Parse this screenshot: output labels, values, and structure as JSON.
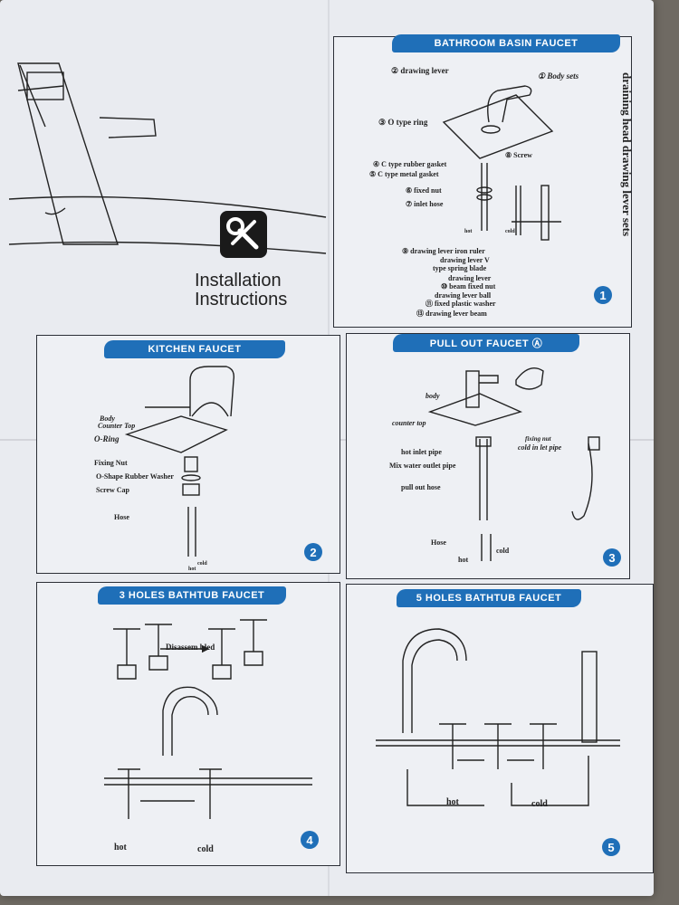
{
  "doc": {
    "title_line1": "Installation",
    "title_line2": "Instructions",
    "tool_icon": "wrench-screwdriver-icon"
  },
  "panels": {
    "p1": {
      "banner": "BATHROOM BASIN FAUCET",
      "number": "1",
      "vertical_text": "draining head drawing lever sets",
      "labels": {
        "drawing_lever": "② drawing lever",
        "body_sets": "① Body sets",
        "o_ring": "③ O type ring",
        "screw": "⑧ Screw",
        "rubber_gasket": "④ C type rubber gasket",
        "metal_gasket": "⑤ C type metal gasket",
        "fixed_nut": "⑥ fixed nut",
        "inlet_hose": "⑦ inlet hose",
        "hot": "hot",
        "cold": "cold",
        "iron_ruler": "⑨ drawing lever iron ruler",
        "v_spring_1": "drawing lever V",
        "v_spring_2": "type spring blade",
        "beam_nut_1": "drawing lever",
        "beam_nut_2": "⑩ beam fixed nut",
        "ball_1": "drawing lever ball",
        "ball_2": "⑪ fixed plastic washer",
        "beam": "⑬ drawing lever beam"
      }
    },
    "p2": {
      "banner": "KITCHEN FAUCET",
      "number": "2",
      "labels": {
        "body": "Body",
        "counter_top": "Counter Top",
        "o_ring": "O-Ring",
        "fixing_nut": "Fixing Nut",
        "washer": "O-Shape Rubber Washer",
        "screw_cap": "Screw Cap",
        "hose": "Hose",
        "hot": "hot",
        "cold": "cold"
      }
    },
    "p3": {
      "banner": "PULL OUT FAUCET Ⓐ",
      "number": "3",
      "labels": {
        "body": "body",
        "counter_top": "counter top",
        "fixing_nut": "fixing nut",
        "cold_pipe": "cold in let pipe",
        "hot_pipe": "hot inlet pipe",
        "mix_pipe": "Mix water outlet pipe",
        "pull_out_hose": "pull out hose",
        "hose": "Hose",
        "hot": "hot",
        "cold": "cold"
      }
    },
    "p4": {
      "banner": "3 HOLES BATHTUB FAUCET",
      "number": "4",
      "labels": {
        "disassembled": "Disassem bled",
        "hot": "hot",
        "cold": "cold"
      }
    },
    "p5": {
      "banner": "5 HOLES BATHTUB FAUCET",
      "number": "5",
      "labels": {
        "hot": "hot",
        "cold": "cold"
      }
    }
  }
}
